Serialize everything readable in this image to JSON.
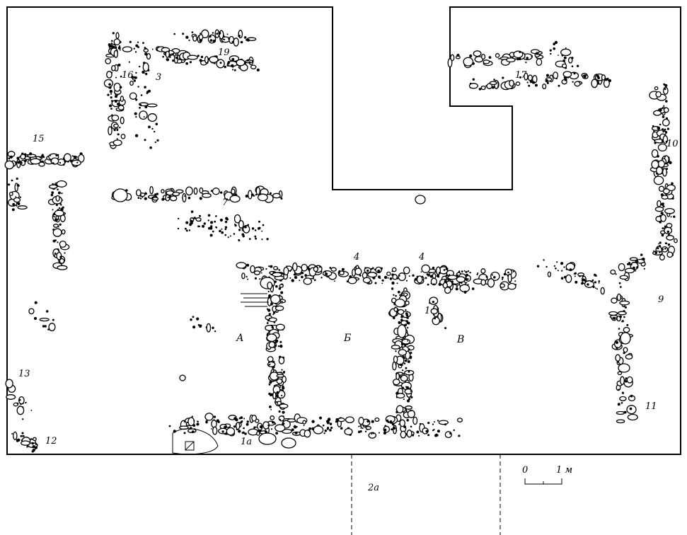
{
  "labels": {
    "l1": "1",
    "l1a": "1а",
    "l2a": "2а",
    "l3": "3",
    "l4a": "4",
    "l4b": "4",
    "l7": "7",
    "l9": "9",
    "l10": "10",
    "l11": "11",
    "l12": "12",
    "l13": "13",
    "l15": "15",
    "l16": "16",
    "l17": "17",
    "l19": "19",
    "roomA": "А",
    "roomB": "Б",
    "roomV": "В"
  },
  "scale": {
    "zero": "0",
    "one": "1 м"
  }
}
